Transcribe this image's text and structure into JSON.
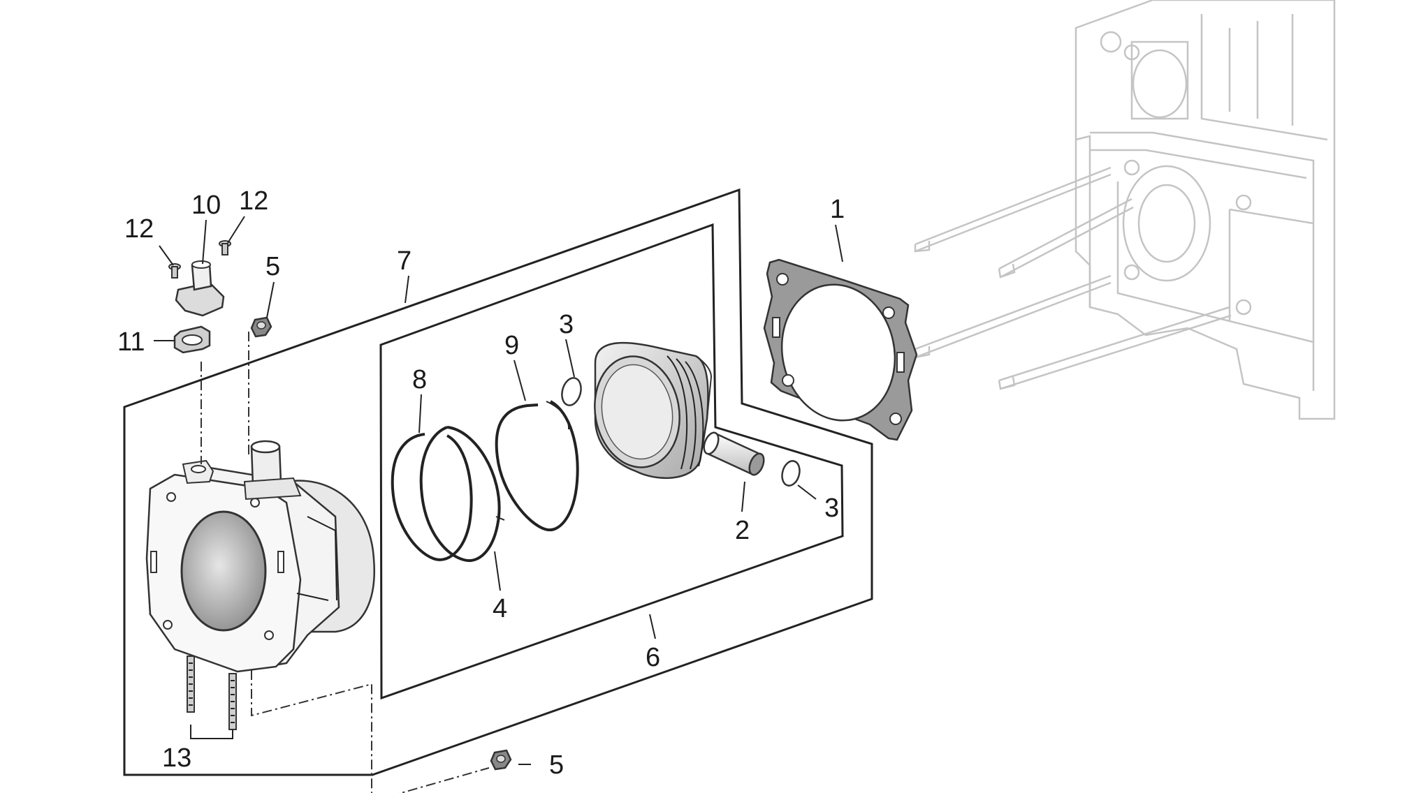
{
  "diagram": {
    "callouts": {
      "p1": "1",
      "p2": "2",
      "p3a": "3",
      "p3b": "3",
      "p4": "4",
      "p5a": "5",
      "p5b": "5",
      "p6": "6",
      "p7": "7",
      "p8": "8",
      "p9": "9",
      "p10": "10",
      "p11": "11",
      "p12a": "12",
      "p12b": "12",
      "p13": "13"
    },
    "colors": {
      "line": "#222222",
      "background_part": "#c4c4c4",
      "gasket": "#8a8a8a",
      "bore": "#b0b0b0"
    }
  }
}
